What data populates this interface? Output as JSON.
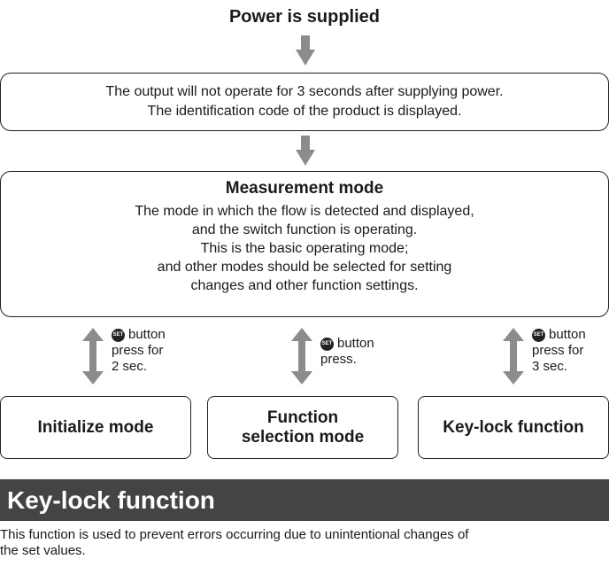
{
  "top_title": "Power is supplied",
  "box1_lines": [
    "The output will not operate for 3 seconds after supplying power.",
    "The identification code of the product is displayed."
  ],
  "measurement": {
    "title": "Measurement mode",
    "lines": [
      "The mode in which the flow is detected and displayed,",
      "and the switch function is operating.",
      "This is the basic operating mode;",
      "and other modes should be selected for setting",
      "changes and other function settings."
    ]
  },
  "set_icon_text": "SET",
  "notes": {
    "left": [
      "button",
      "press for",
      "2 sec."
    ],
    "middle": [
      "button",
      "press."
    ],
    "right": [
      "button",
      "press for",
      "3 sec."
    ]
  },
  "modes": {
    "initialize": "Initialize mode",
    "function_line1": "Function",
    "function_line2": "selection mode",
    "keylock": "Key-lock function"
  },
  "section_header": "Key-lock function",
  "paragraph_lines": [
    "This function is used to prevent errors occurring due to unintentional changes of",
    "the set values."
  ],
  "colors": {
    "arrow_gray": "#8c8c8c",
    "banner_bg": "#444444"
  }
}
